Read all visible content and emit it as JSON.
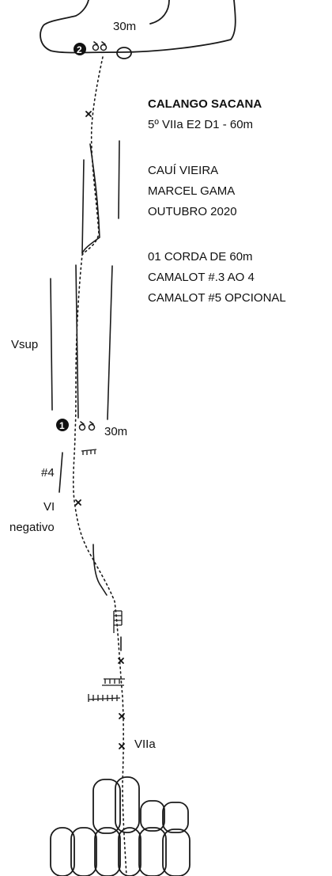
{
  "route_info": {
    "name": "CALANGO SACANA",
    "grade": "5º VIIa E2 D1 - 60m",
    "first_ascent_1": "CAUÍ VIEIRA",
    "first_ascent_2": "MARCEL GAMA",
    "date": "OUTUBRO 2020",
    "gear_1": "01 CORDA DE 60m",
    "gear_2": "CAMALOT #.3 AO 4",
    "gear_3": "CAMALOT #5 OPCIONAL"
  },
  "labels": {
    "top_pitch_length": "30m",
    "belay_2_number": "2",
    "belay_1_number": "1",
    "belay_1_length": "30m",
    "grade_vsup": "Vsup",
    "cam_size": "#4",
    "grade_vi": "VI",
    "negativo": "negativo",
    "grade_viia": "VIIa"
  }
}
